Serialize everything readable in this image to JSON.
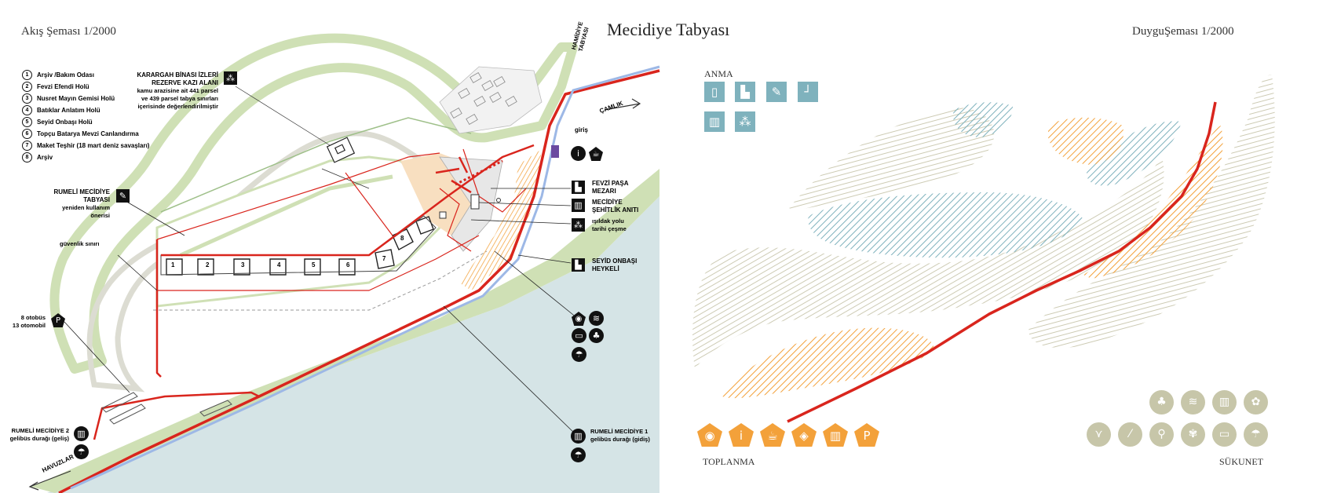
{
  "header": {
    "title": "Mecidiye Tabyası",
    "left_subtitle": "Akış Şeması 1/2000",
    "right_subtitle": "DuyguŞeması 1/2000"
  },
  "legend": [
    {
      "num": "1",
      "label": "Arşiv /Bakım Odası"
    },
    {
      "num": "2",
      "label": "Fevzi Efendi Holü"
    },
    {
      "num": "3",
      "label": "Nusret Mayın Gemisi Holü"
    },
    {
      "num": "4",
      "label": "Batıklar Anlatım Holü"
    },
    {
      "num": "5",
      "label": "Seyid Onbaşı Holü"
    },
    {
      "num": "6",
      "label": "Topçu Batarya Mevzi Canlandırma"
    },
    {
      "num": "7",
      "label": "Maket Teşhir (18 mart deniz savaşları)"
    },
    {
      "num": "8",
      "label": "Arşiv"
    }
  ],
  "map_labels": {
    "karargah_title": "KARARGAH BİNASI İZLERİ",
    "karargah_title2": "REZERVE KAZI ALANI",
    "karargah_desc1": "kamu arazisine ait 441 parsel",
    "karargah_desc2": "ve 439 parsel tabya sınırları",
    "karargah_desc3": "içerisinde değerlendirilmiştir",
    "rumeli_tabya1": "RUMELİ MECİDİYE",
    "rumeli_tabya2": "TABYASI",
    "rumeli_tabya3": "yeniden kullanım",
    "rumeli_tabya4": "önerisi",
    "guvenlik": "güvenlik sınırı",
    "otobus1": "8 otobüs",
    "otobus2": "13 otomobil",
    "durak2_title": "RUMELİ MECİDİYE 2",
    "durak2_desc": "gelibüs durağı (geliş)",
    "havuzlar": "HAVUZLAR",
    "hamidiye1": "HAMİDİYE",
    "hamidiye2": "TABYASI",
    "camlik": "ÇAMLIK",
    "giris": "giriş",
    "fevzi1": "FEVZİ PAŞA",
    "fevzi2": "MEZARI",
    "mecidiye1": "MECİDİYE",
    "mecidiye2": "ŞEHİTLİK ANITI",
    "isildak1": "ışıldak yolu",
    "isildak2": "tarihi çeşme",
    "seyid1": "SEYİD ONBAŞI",
    "seyid2": "HEYKELİ",
    "durak1_title": "RUMELİ MECİDİYE 1",
    "durak1_desc": "gelibüs durağı (gidiş)"
  },
  "building_numbers": [
    "1",
    "2",
    "3",
    "4",
    "5",
    "6",
    "7",
    "8"
  ],
  "emotion": {
    "anma_label": "ANMA",
    "toplanma_label": "TOPLANMA",
    "sukunet_label": "SÜKUNET",
    "anma_icons": [
      "monument-icon",
      "statue-icon",
      "sign-icon",
      "grave-icon",
      "memorial-wall-icon",
      "fountain-icon"
    ],
    "toplanma_icons": [
      "viewpoint-eye-icon",
      "info-icon",
      "cafe-icon",
      "meeting-point-icon",
      "bus-stop-icon",
      "parking-icon"
    ],
    "sukunet_icons_row1": [
      "trees-icon",
      "water-icon",
      "fence-icon",
      "plant-icon"
    ],
    "sukunet_icons_row2": [
      "bird-icon",
      "grass-icon",
      "bicycle-icon",
      "flower-pot-icon",
      "bench-icon",
      "umbrella-icon"
    ],
    "colors": {
      "anma": "#7fb2bd",
      "toplanma": "#f3a13a",
      "sukunet": "#c7c6a9",
      "route": "#d9251d"
    }
  }
}
